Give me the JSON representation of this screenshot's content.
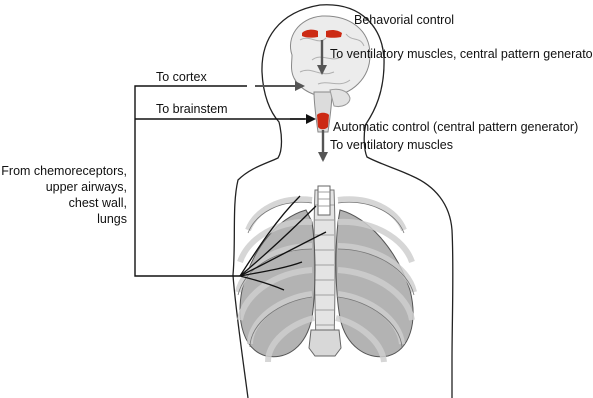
{
  "labels": {
    "behavioral_control": "Behavorial control",
    "to_ventilatory_cpg": "To ventilatory muscles, central pattern generator",
    "to_cortex": "To cortex",
    "to_brainstem": "To brainstem",
    "automatic_control": "Automatic control (central pattern generator)",
    "to_ventilatory_muscles": "To ventilatory muscles",
    "from_chemoreceptors": "From chemoreceptors,\nupper airways,\nchest wall,\nlungs"
  },
  "colors": {
    "control_region": "#cc2a14",
    "arrow": "#111111",
    "descending_arrow": "#555555",
    "body_outline": "#222222",
    "lung": "#9a9a9a",
    "rib": "#d4d4d4",
    "brain": "#ececec"
  },
  "icons": {
    "behavioral_region": "red-cortex-patches",
    "automatic_region": "red-brainstem-patch"
  }
}
